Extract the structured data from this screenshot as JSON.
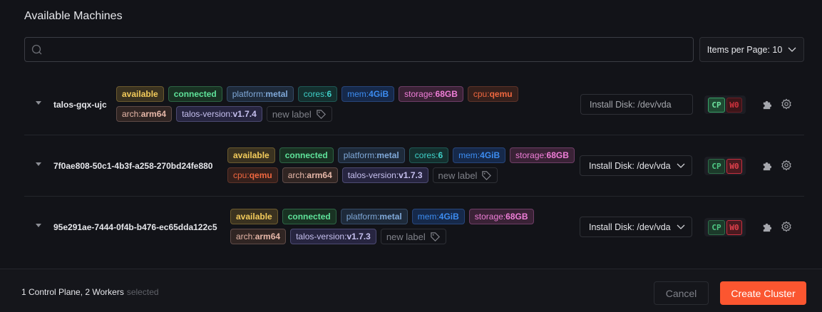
{
  "header": {
    "title": "Available Machines"
  },
  "search": {
    "placeholder": "",
    "value": ""
  },
  "pagination": {
    "items_per_page_label": "Items per Page: 10"
  },
  "machines": [
    {
      "name": "talos-gqx-ujc",
      "labels": {
        "available": "available",
        "connected": "connected",
        "platform_key": "platform:",
        "platform_val": "metal",
        "cores_key": "cores:",
        "cores_val": "6",
        "mem_key": "mem:",
        "mem_val": "4GiB",
        "storage_key": "storage:",
        "storage_val": "68GB",
        "cpu_key": "cpu:",
        "cpu_val": "qemu",
        "arch_key": "arch:",
        "arch_val": "arm64",
        "version_key": "talos-version:",
        "version_val": "v1.7.4",
        "new_label": "new label"
      },
      "install_disk": "Install Disk: /dev/vda",
      "roles": {
        "cp": "CP",
        "wb": "W0"
      }
    },
    {
      "name": "7f0ae808-50c1-4b3f-a258-270bd24fe880",
      "labels": {
        "available": "available",
        "connected": "connected",
        "platform_key": "platform:",
        "platform_val": "metal",
        "cores_key": "cores:",
        "cores_val": "6",
        "mem_key": "mem:",
        "mem_val": "4GiB",
        "storage_key": "storage:",
        "storage_val": "68GB",
        "cpu_key": "cpu:",
        "cpu_val": "qemu",
        "arch_key": "arch:",
        "arch_val": "arm64",
        "version_key": "talos-version:",
        "version_val": "v1.7.3",
        "new_label": "new label"
      },
      "install_disk": "Install Disk: /dev/vda",
      "roles": {
        "cp": "CP",
        "wb": "W0"
      }
    },
    {
      "name": "95e291ae-7444-0f4b-b476-ec65dda122c5",
      "labels": {
        "available": "available",
        "connected": "connected",
        "platform_key": "platform:",
        "platform_val": "metal",
        "mem_key": "mem:",
        "mem_val": "4GiB",
        "storage_key": "storage:",
        "storage_val": "68GB",
        "arch_key": "arch:",
        "arch_val": "arm64",
        "version_key": "talos-version:",
        "version_val": "v1.7.3",
        "new_label": "new label"
      },
      "install_disk": "Install Disk: /dev/vda",
      "roles": {
        "cp": "CP",
        "wb": "W0"
      }
    }
  ],
  "footer": {
    "summary": "1 Control Plane, 2 Workers",
    "selected": "selected",
    "cancel": "Cancel",
    "create": "Create Cluster"
  },
  "colors": {
    "accent": "#fb5630",
    "cp_green": "#6ee3a0",
    "worker_red": "#d0323d"
  }
}
